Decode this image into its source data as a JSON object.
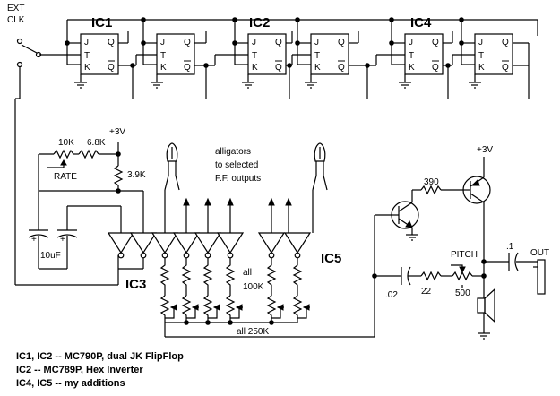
{
  "labels": {
    "ext": "EXT",
    "clk": "CLK",
    "ic1": "IC1",
    "ic2": "IC2",
    "ic4": "IC4",
    "ic3": "IC3",
    "ic5": "IC5",
    "r10k": "10K",
    "r68k": "6.8K",
    "rate": "RATE",
    "r39k": "3.9K",
    "v3a": "+3V",
    "v3b": "+3V",
    "c10uf": "10uF",
    "alligators": "alligators",
    "to_selected": "to selected",
    "ff_outputs": "F.F. outputs",
    "r390": "390",
    "pitch": "PITCH",
    "c01": ".1",
    "out": "OUT",
    "c02": ".02",
    "r22": "22",
    "r500": "500",
    "all": "all",
    "r100k": "100K",
    "all250k": "all 250K",
    "plus_a": "+",
    "plus_b": "+"
  },
  "ff_pins": {
    "j": "J",
    "t": "T",
    "k": "K",
    "q": "Q",
    "qbar": "Q"
  },
  "notes": [
    "IC1, IC2 -- MC790P, dual JK FlipFlop",
    "IC2 -- MC789P, Hex Inverter",
    "IC4, IC5 -- my additions"
  ]
}
